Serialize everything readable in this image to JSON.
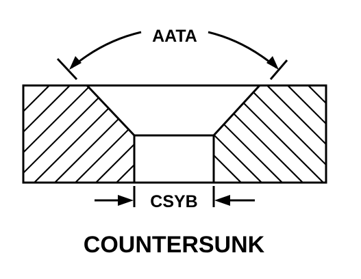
{
  "diagram": {
    "angle_label": "AATA",
    "diameter_label": "CSYB",
    "caption": "COUNTERSUNK"
  },
  "colors": {
    "ink": "#000000",
    "background": "#ffffff"
  }
}
